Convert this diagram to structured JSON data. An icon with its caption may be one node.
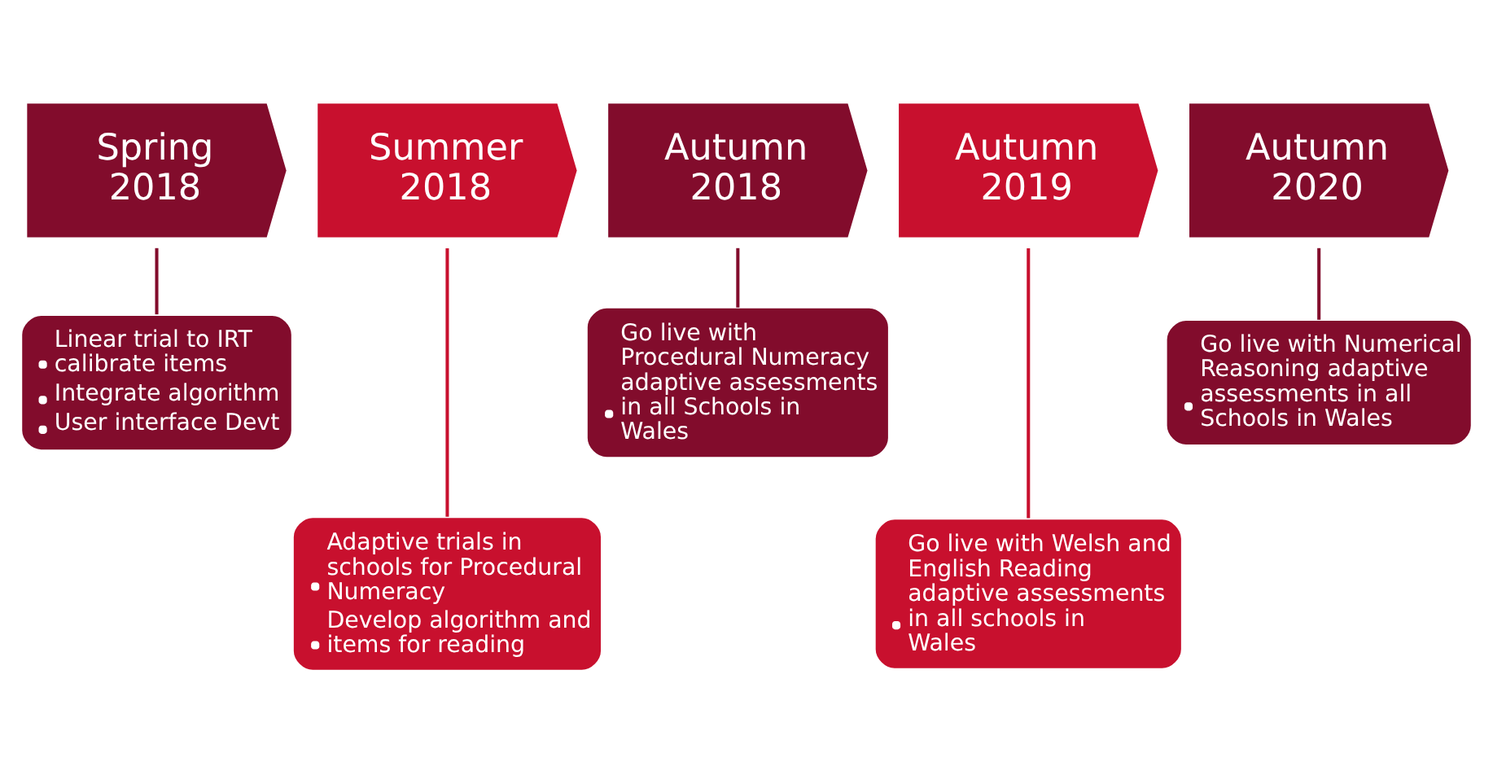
{
  "diagram": {
    "nodes": [
      {
        "text": [
          "Spring 2018"
        ]
      },
      {
        "text": [
          "Summer 2018"
        ]
      },
      {
        "text": [
          "Autumn 2018"
        ]
      },
      {
        "text": [
          "Autumn 2019"
        ]
      },
      {
        "text": [
          "Autumn 2020"
        ]
      },
      {
        "text": [
          "Linear trial to IRT calibrate items",
          "Integrate algorithm",
          "User interface Devt"
        ]
      },
      {
        "text": [
          "Adaptive trials in schools for Procedural Numeracy",
          "Develop algorithm and items for reading"
        ]
      },
      {
        "text": [
          "Go live with Procedural Numeracy adaptive assessments in all Schools in Wales"
        ]
      },
      {
        "text": [
          "Go live with Welsh and English Reading adaptive assessments in all schools in Wales"
        ]
      },
      {
        "text": [
          "Go live with Numerical Reasoning adaptive assessments in all Schools in Wales"
        ]
      }
    ],
    "edges": [
      {
        "from": 0,
        "to": 5,
        "arrow": "none"
      },
      {
        "from": 1,
        "to": 6,
        "arrow": "none",
        "color": "#c8102e"
      },
      {
        "from": 2,
        "to": 7,
        "arrow": "none"
      },
      {
        "from": 3,
        "to": 8,
        "arrow": "none",
        "color": "#c8102e"
      },
      {
        "from": 4,
        "to": 9,
        "arrow": "none"
      }
    ]
  }
}
